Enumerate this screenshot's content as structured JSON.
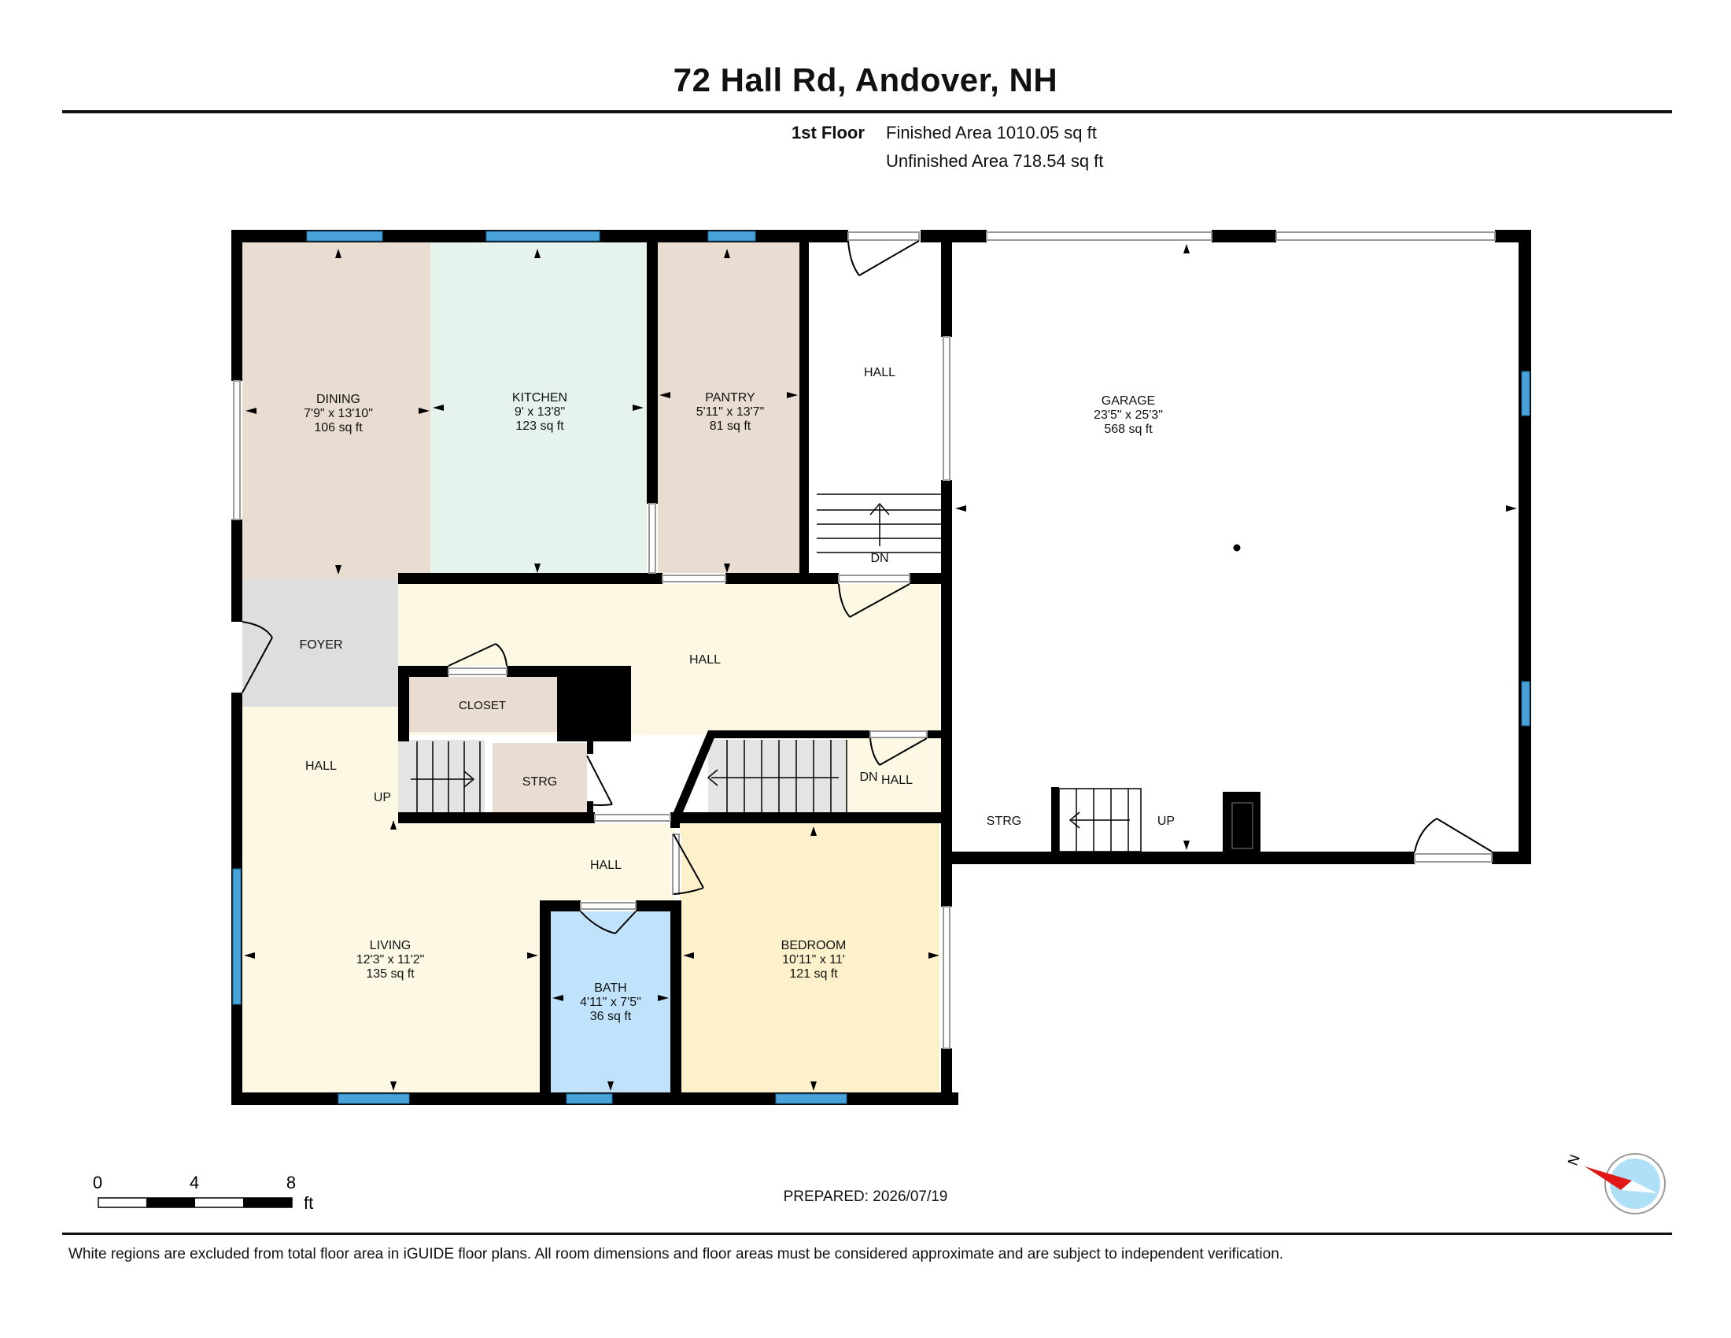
{
  "header": {
    "title": "72 Hall Rd, Andover, NH",
    "floor_name": "1st Floor",
    "finished_area": "Finished Area 1010.05 sq ft",
    "unfinished_area": "Unfinished Area 718.54 sq ft"
  },
  "rooms": {
    "dining": {
      "name": "DINING",
      "dims": "7'9\" x 13'10\"",
      "area": "106 sq ft"
    },
    "kitchen": {
      "name": "KITCHEN",
      "dims": "9' x 13'8\"",
      "area": "123 sq ft"
    },
    "pantry": {
      "name": "PANTRY",
      "dims": "5'11\" x 13'7\"",
      "area": "81 sq ft"
    },
    "hall_top": {
      "name": "HALL"
    },
    "garage": {
      "name": "GARAGE",
      "dims": "23'5\" x 25'3\"",
      "area": "568 sq ft"
    },
    "foyer": {
      "name": "FOYER"
    },
    "hall_center": {
      "name": "HALL"
    },
    "closet": {
      "name": "CLOSET"
    },
    "hall_left": {
      "name": "HALL"
    },
    "strg_center": {
      "name": "STRG"
    },
    "hall_small": {
      "name": "HALL"
    },
    "strg_garage": {
      "name": "STRG"
    },
    "hall_lower": {
      "name": "HALL"
    },
    "living": {
      "name": "LIVING",
      "dims": "12'3\" x 11'2\"",
      "area": "135 sq ft"
    },
    "bath": {
      "name": "BATH",
      "dims": "4'11\" x 7'5\"",
      "area": "36 sq ft"
    },
    "bedroom": {
      "name": "BEDROOM",
      "dims": "10'11\" x 11'",
      "area": "121 sq ft"
    }
  },
  "stair_labels": {
    "dn_top": "DN",
    "up_left": "UP",
    "dn_center": "DN",
    "up_garage": "UP"
  },
  "scale_bar": {
    "label_0": "0",
    "label_4": "4",
    "label_8": "8",
    "unit": "ft"
  },
  "compass": {
    "north_label": "N"
  },
  "footer": {
    "prepared": "PREPARED: 2026/07/19",
    "disclaimer": "White regions are excluded from total floor area in iGUIDE floor plans. All room dimensions and floor areas must be considered approximate and are subject to independent verification."
  },
  "colors": {
    "wall": "#000000",
    "window": "#4aa3d8",
    "dining": "#e8ddd0",
    "kitchen": "#e6f2ec",
    "pantry": "#e8ddd0",
    "hall": "#fdf8e4",
    "foyer": "#dedede",
    "bath": "#c0e3fb",
    "bedroom": "#fdf1cc",
    "closet": "#e8ddd0"
  }
}
